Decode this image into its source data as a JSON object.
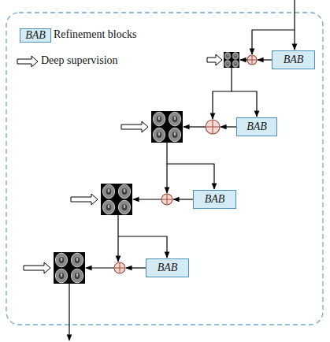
{
  "diagram": {
    "nodes": [
      {
        "text": [
          "BAB"
        ]
      },
      {
        "text": [
          "BAB"
        ]
      },
      {
        "text": [
          "BAB"
        ]
      },
      {
        "text": [
          "BAB"
        ]
      }
    ],
    "labels": [
      "BAB"
    ],
    "legend": [
      {
        "text": "Refinement blocks"
      },
      {
        "text": "Deep supervision"
      }
    ]
  }
}
